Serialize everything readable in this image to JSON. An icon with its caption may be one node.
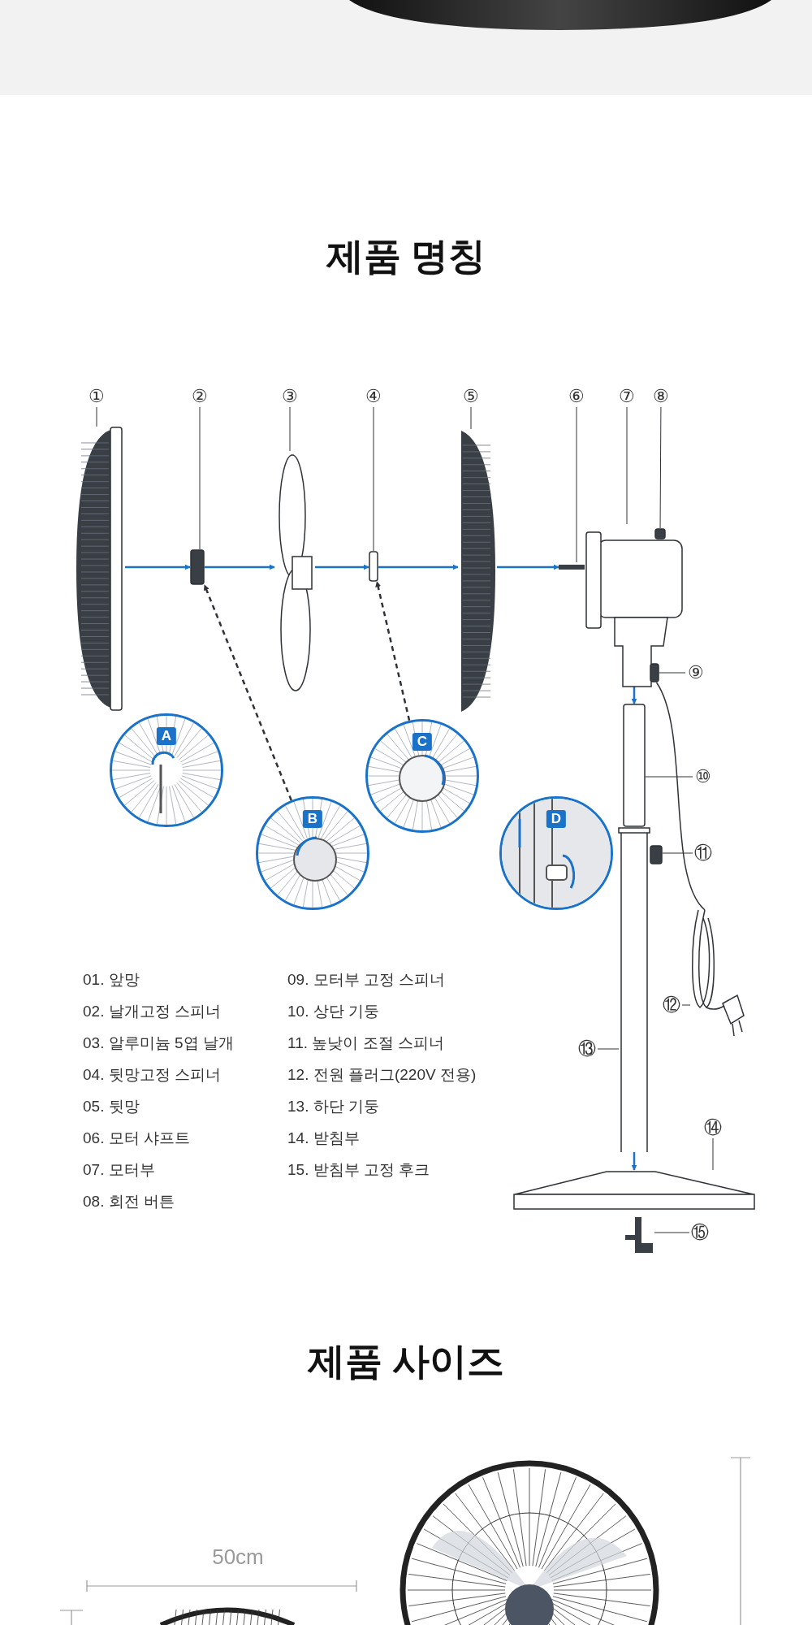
{
  "diagram": {
    "title": "제품 명칭",
    "nodes": [
      {
        "text": [
          "①"
        ]
      },
      {
        "text": [
          "②"
        ]
      },
      {
        "text": [
          "③"
        ]
      },
      {
        "text": [
          "④"
        ]
      },
      {
        "text": [
          "⑤"
        ]
      },
      {
        "text": [
          "⑥"
        ]
      },
      {
        "text": [
          "⑦"
        ]
      },
      {
        "text": [
          "⑧"
        ]
      },
      {
        "text": [],
        "shape": "picture"
      },
      {
        "text": [],
        "shape": "box"
      },
      {
        "text": [],
        "shape": "picture"
      },
      {
        "text": [],
        "shape": "box"
      },
      {
        "text": [],
        "shape": "picture"
      },
      {
        "text": [],
        "shape": "bar"
      },
      {
        "text": [],
        "shape": "picture"
      },
      {
        "text": [],
        "shape": "box",
        "in": 14
      },
      {
        "text": [
          "⑨"
        ]
      },
      {
        "text": [],
        "shape": "box",
        "in": 14
      },
      {
        "text": [
          "A"
        ]
      },
      {
        "text": [
          "C"
        ]
      },
      {
        "text": [
          "⑩"
        ]
      },
      {
        "text": [],
        "shape": "box"
      },
      {
        "text": [
          "B"
        ]
      },
      {
        "text": [
          "D"
        ]
      },
      {
        "text": [
          "⑪"
        ]
      },
      {
        "text": [],
        "shape": "box"
      },
      {
        "text": [
          "⑫"
        ]
      },
      {
        "text": [],
        "shape": "picture"
      },
      {
        "text": [
          "⑬"
        ]
      },
      {
        "text": [],
        "shape": "picture"
      },
      {
        "text": [
          "⑭"
        ]
      },
      {
        "text": [],
        "shape": "picture"
      },
      {
        "text": [
          "⑮"
        ]
      },
      {
        "text": [],
        "shape": "picture"
      }
    ],
    "edges": [
      {
        "from": 0,
        "to": 8,
        "arrow": "none"
      },
      {
        "from": 1,
        "to": 9,
        "arrow": "none"
      },
      {
        "from": 2,
        "to": 10,
        "arrow": "none"
      },
      {
        "from": 3,
        "to": 11,
        "arrow": "none"
      },
      {
        "from": 4,
        "to": 12,
        "arrow": "none"
      },
      {
        "from": 5,
        "to": 13,
        "arrow": "none"
      },
      {
        "from": 6,
        "to": 14,
        "arrow": "none"
      },
      {
        "from": 7,
        "to": 15,
        "arrow": "none"
      },
      {
        "from": 16,
        "to": 17,
        "arrow": "none"
      },
      {
        "from": 20,
        "to": 21,
        "arrow": "none"
      },
      {
        "from": 24,
        "to": 25,
        "arrow": "none"
      },
      {
        "from": 26,
        "to": 27,
        "arrow": "none"
      },
      {
        "from": 28,
        "to": 29,
        "arrow": "none"
      },
      {
        "from": 30,
        "to": 31,
        "arrow": "none"
      },
      {
        "from": 32,
        "to": 33,
        "arrow": "none"
      },
      {
        "from": 8,
        "to": 9,
        "arrow": "to",
        "color": "#1a73c8"
      },
      {
        "from": 9,
        "to": 10,
        "arrow": "to",
        "color": "#1a73c8"
      },
      {
        "from": 10,
        "to": 11,
        "arrow": "to",
        "color": "#1a73c8"
      },
      {
        "from": 11,
        "to": 12,
        "arrow": "to",
        "color": "#1a73c8"
      },
      {
        "from": 12,
        "to": 13,
        "arrow": "to",
        "color": "#1a73c8"
      },
      {
        "from": 14,
        "to": 21,
        "arrow": "to",
        "color": "#1a73c8"
      },
      {
        "from": 29,
        "to": 31,
        "arrow": "to",
        "color": "#1a73c8"
      },
      {
        "from": 22,
        "to": 9,
        "arrow": "to",
        "style": "dashed"
      },
      {
        "from": 19,
        "to": 11,
        "arrow": "to",
        "style": "dashed"
      },
      {
        "from": 17,
        "to": 27,
        "arrow": "none"
      }
    ],
    "labels": [
      "01. 앞망",
      "02. 날개고정 스피너",
      "03. 알루미늄 5엽 날개",
      "04. 뒷망고정 스피너",
      "05. 뒷망",
      "06. 모터 샤프트",
      "07. 모터부",
      "08. 회전 버튼",
      "09. 모터부 고정 스피너",
      "10. 상단 기둥",
      "11. 높낮이 조절 스피너",
      "12. 전원 플러그(220V 전용)",
      "13. 하단 기둥",
      "14. 받침부",
      "15. 받침부 고정 후크",
      "제품 사이즈",
      "50cm"
    ]
  }
}
